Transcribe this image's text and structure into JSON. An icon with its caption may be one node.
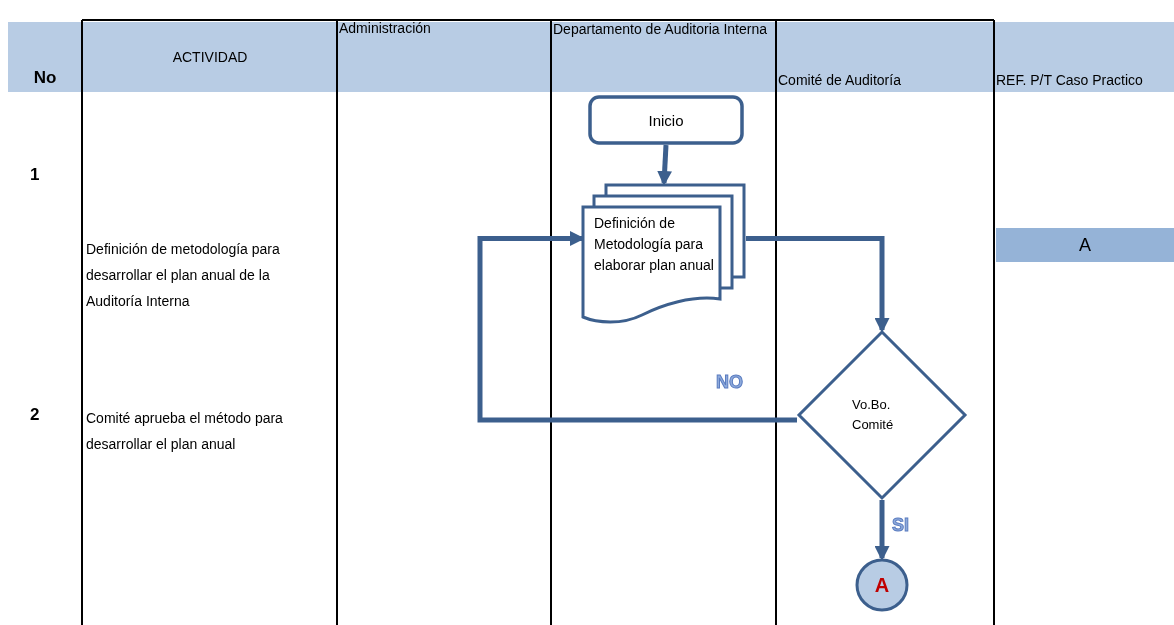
{
  "diagram": {
    "nodes": [
      {
        "text": [
          "Inicio"
        ]
      },
      {
        "text": [
          "Definición de Metodología para elaborar plan anual"
        ]
      },
      {
        "text": [
          "Vo.Bo. Comité"
        ]
      },
      {
        "text": [
          "A"
        ]
      }
    ],
    "edges": [
      {
        "from": 0,
        "to": 1,
        "arrow": "to"
      },
      {
        "from": 1,
        "to": 2,
        "arrow": "to"
      },
      {
        "from": 2,
        "to": 1,
        "arrow": "to",
        "label": "NO"
      },
      {
        "from": 2,
        "to": 3,
        "arrow": "to",
        "label": "SI"
      }
    ],
    "labels": [
      "No",
      "ACTIVIDAD",
      "Administración",
      "Departamento de Auditoria Interna",
      "Comité de Auditoría",
      "REF. P/T Caso Practico",
      "1",
      "Definición de metodología para desarrollar el plan anual de la Auditoría Interna",
      "A",
      "2",
      "Comité aprueba el método para desarrollar el plan anual"
    ]
  }
}
